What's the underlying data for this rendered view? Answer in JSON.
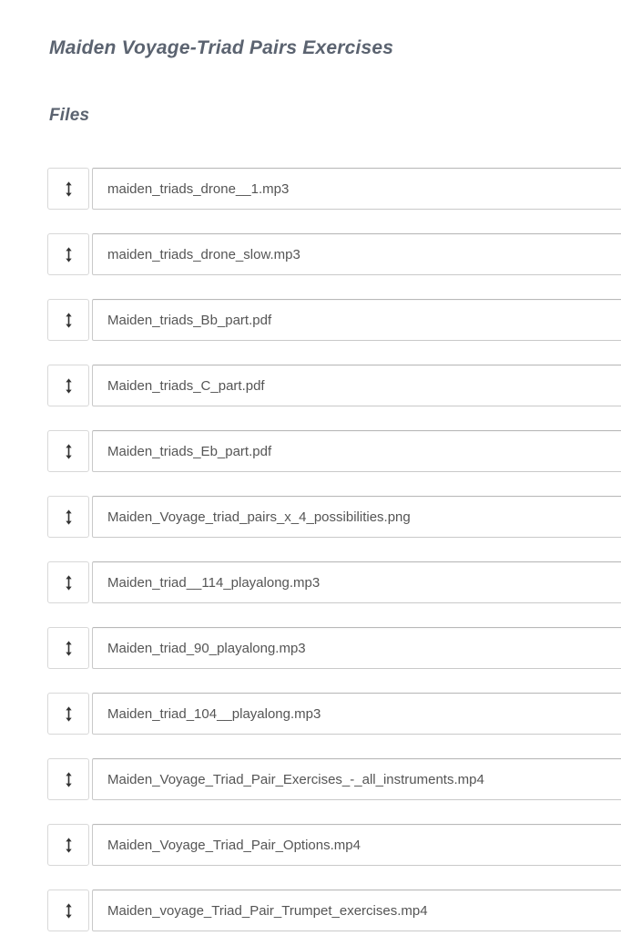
{
  "page": {
    "title": "Maiden Voyage-Triad Pairs Exercises",
    "files_heading": "Files"
  },
  "files": [
    {
      "name": "maiden_triads_drone__1.mp3"
    },
    {
      "name": "maiden_triads_drone_slow.mp3"
    },
    {
      "name": "Maiden_triads_Bb_part.pdf"
    },
    {
      "name": "Maiden_triads_C_part.pdf"
    },
    {
      "name": "Maiden_triads_Eb_part.pdf"
    },
    {
      "name": "Maiden_Voyage_triad_pairs_x_4_possibilities.png"
    },
    {
      "name": "Maiden_triad__114_playalong.mp3"
    },
    {
      "name": "Maiden_triad_90_playalong.mp3"
    },
    {
      "name": "Maiden_triad_104__playalong.mp3"
    },
    {
      "name": "Maiden_Voyage_Triad_Pair_Exercises_-_all_instruments.mp4"
    },
    {
      "name": "Maiden_Voyage_Triad_Pair_Options.mp4"
    },
    {
      "name": "Maiden_voyage_Triad_Pair_Trumpet_exercises.mp4"
    }
  ],
  "icons": {
    "drag_handle": "up-down-arrow-icon"
  },
  "colors": {
    "heading_text": "#5b6370",
    "input_text": "#555555",
    "input_border": "#c9c9c9",
    "input_border_top": "#b9b9b9",
    "handle_border": "#d8d8d8",
    "icon_color": "#333333",
    "background": "#ffffff"
  }
}
